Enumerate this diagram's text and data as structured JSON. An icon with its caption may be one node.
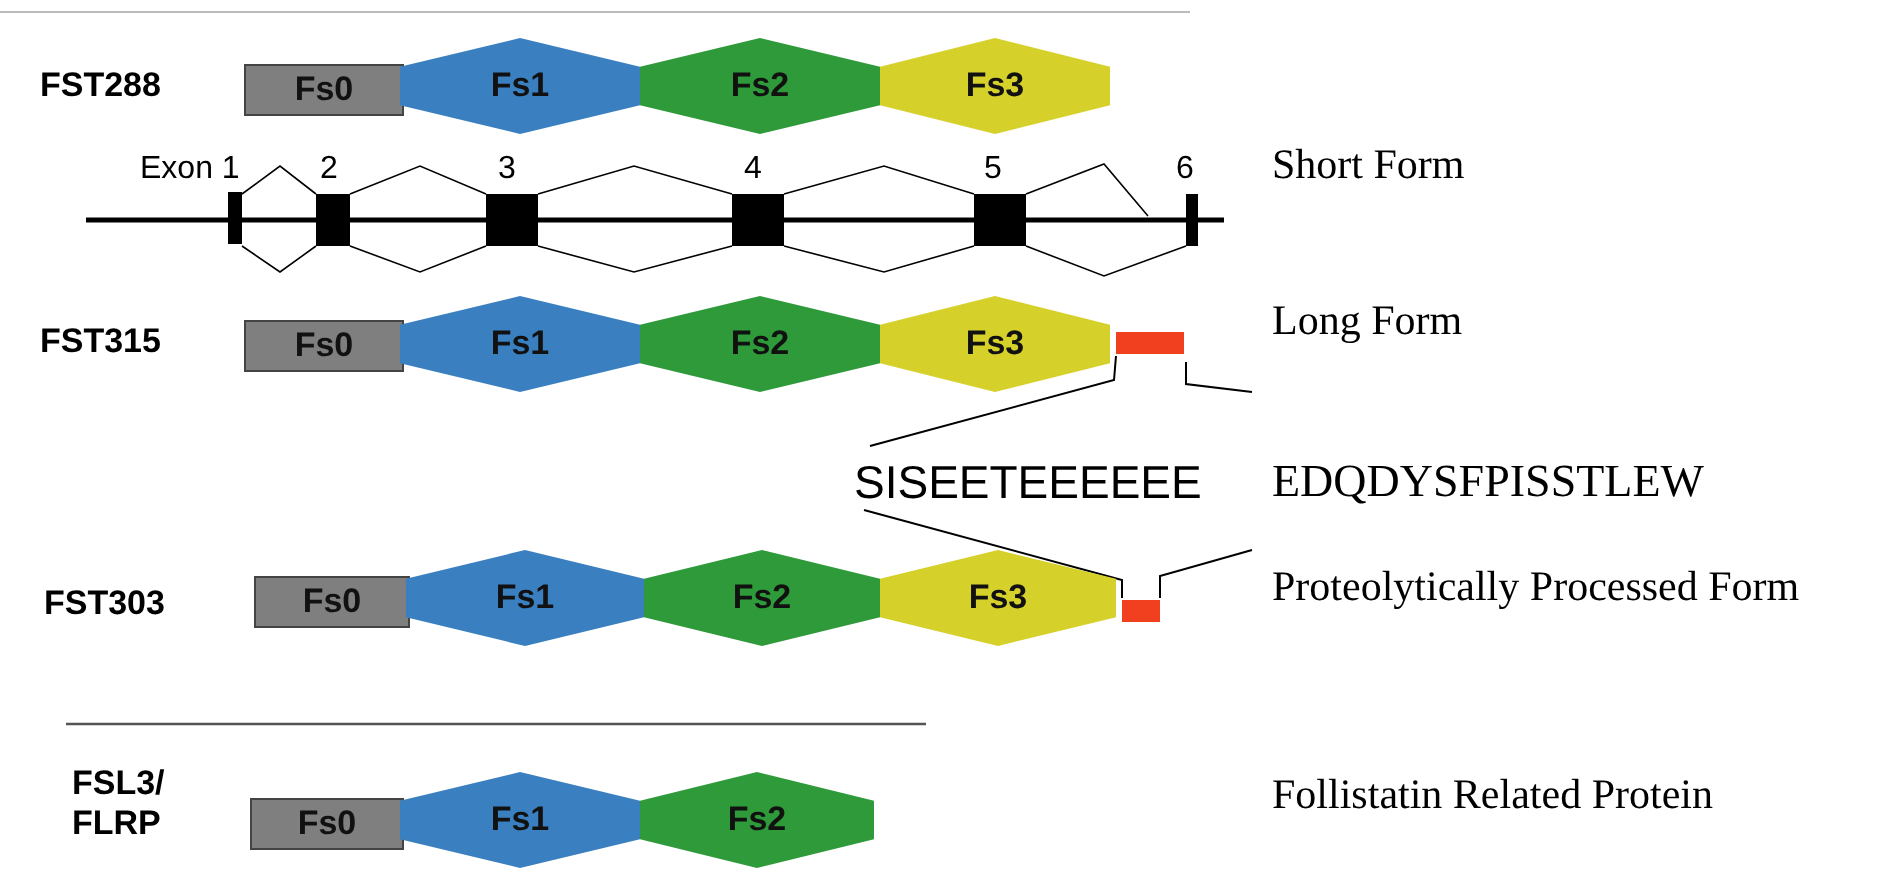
{
  "diagram": {
    "nodes": [
      {
        "text": [
          "Fs0"
        ]
      },
      {
        "text": [
          "Fs1"
        ]
      },
      {
        "text": [
          "Fs2"
        ]
      },
      {
        "text": [
          "Fs3"
        ]
      },
      {
        "text": [
          "Fs0"
        ]
      },
      {
        "text": [
          "Fs1"
        ]
      },
      {
        "text": [
          "Fs2"
        ]
      },
      {
        "text": [
          "Fs3"
        ]
      },
      {
        "text": [],
        "shape": "bar"
      },
      {
        "text": [
          "Fs0"
        ]
      },
      {
        "text": [
          "Fs1"
        ]
      },
      {
        "text": [
          "Fs2"
        ]
      },
      {
        "text": [
          "Fs3"
        ]
      },
      {
        "text": [],
        "shape": "bar"
      },
      {
        "text": [
          "Fs0"
        ]
      },
      {
        "text": [
          "Fs1"
        ]
      },
      {
        "text": [
          "Fs2"
        ]
      }
    ],
    "edges": [],
    "labels": [
      "FST288",
      "Exon 1",
      "2",
      "3",
      "4",
      "5",
      "6",
      "Short Form",
      "FST315",
      "Long Form",
      "SISEETEEEEEE",
      "EDQDYSFPISSTLEW",
      "FST303",
      "Proteolytically Processed Form",
      "FSL3/ FLRP",
      "Follistatin Related Protein"
    ]
  }
}
